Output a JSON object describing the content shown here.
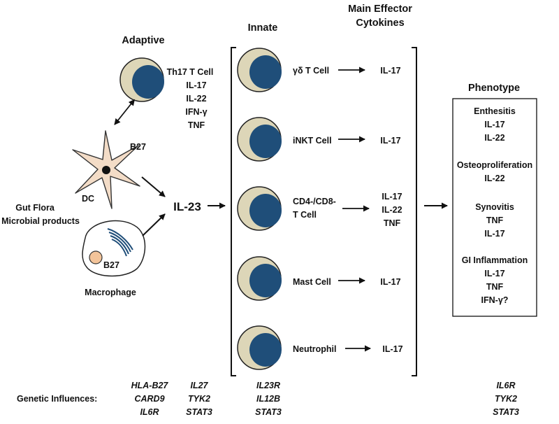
{
  "headers": {
    "adaptive": "Adaptive",
    "innate": "Innate",
    "effector_line1": "Main Effector",
    "effector_line2": "Cytokines",
    "phenotype": "Phenotype"
  },
  "adaptive_cell": {
    "lines": [
      "Th17 T Cell",
      "IL-17",
      "IL-22",
      "IFN-γ",
      "TNF"
    ]
  },
  "dc": {
    "b27": "B27",
    "name": "DC"
  },
  "gut": {
    "line1": "Gut Flora",
    "line2": "Microbial products"
  },
  "macrophage": {
    "b27": "B27",
    "name": "Macrophage"
  },
  "center": {
    "il23": "IL-23"
  },
  "innate_cells": [
    {
      "name": [
        "γδ T Cell"
      ],
      "cytokines": [
        "IL-17"
      ]
    },
    {
      "name": [
        "iNKT Cell"
      ],
      "cytokines": [
        "IL-17"
      ]
    },
    {
      "name": [
        "CD4-/CD8-",
        "T Cell"
      ],
      "cytokines": [
        "IL-17",
        "IL-22",
        "TNF"
      ]
    },
    {
      "name": [
        "Mast Cell"
      ],
      "cytokines": [
        "IL-17"
      ]
    },
    {
      "name": [
        "Neutrophil"
      ],
      "cytokines": [
        "IL-17"
      ]
    }
  ],
  "phenotype_box": {
    "groups": [
      {
        "title": "Enthesitis",
        "items": [
          "IL-17",
          "IL-22"
        ]
      },
      {
        "title": "Osteoproliferation",
        "items": [
          "IL-22"
        ]
      },
      {
        "title": "Synovitis",
        "items": [
          "TNF",
          "IL-17"
        ]
      },
      {
        "title": "GI Inflammation",
        "items": [
          "IL-17",
          "TNF",
          "IFN-γ?"
        ]
      }
    ]
  },
  "genetic": {
    "label": "Genetic Influences:",
    "col1": [
      "HLA-B27",
      "CARD9",
      "IL6R"
    ],
    "col2": [
      "IL27",
      "TYK2",
      "STAT3"
    ],
    "col3": [
      "IL23R",
      "IL12B",
      "STAT3"
    ],
    "col4": [
      "IL6R",
      "TYK2",
      "STAT3"
    ]
  },
  "colors": {
    "cell_outer": "#ddd6b8",
    "cell_nucleus": "#1f4e79",
    "dc_fill": "#f3dcc7",
    "b27_fill": "#f3c49a",
    "mito": "#1f4e79"
  }
}
